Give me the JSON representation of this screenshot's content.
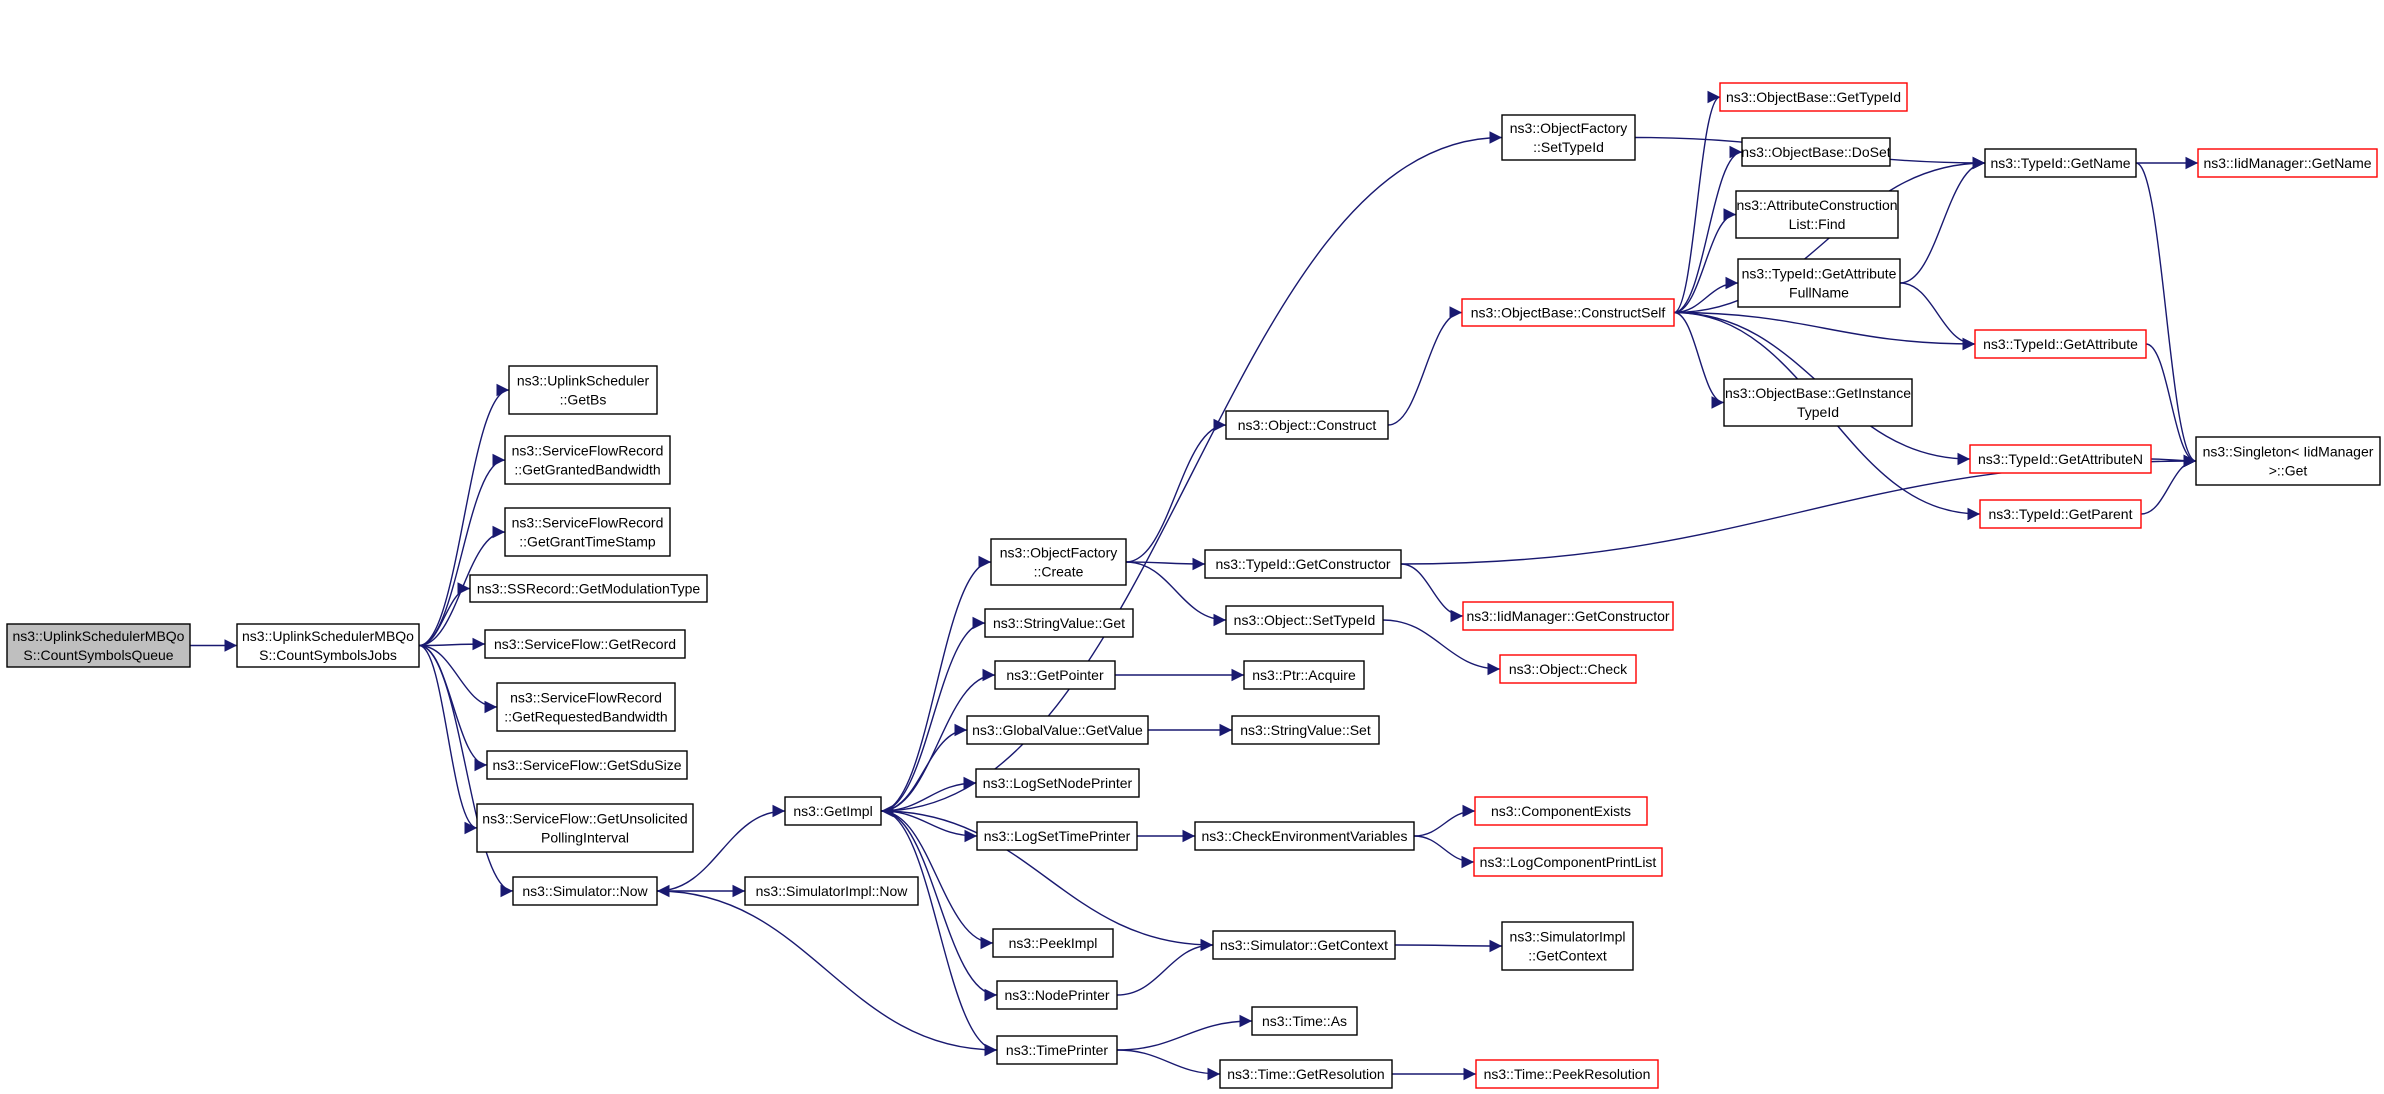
{
  "colors": {
    "edge": "#191970",
    "root_fill": "#bfbfbf",
    "external_border": "#ff0000",
    "node_border": "#000000"
  },
  "nodes": [
    {
      "id": "root",
      "lines": [
        "ns3::UplinkSchedulerMBQo",
        "S::CountSymbolsQueue"
      ],
      "style": "root"
    },
    {
      "id": "csj",
      "lines": [
        "ns3::UplinkSchedulerMBQo",
        "S::CountSymbolsJobs"
      ],
      "style": "normal"
    },
    {
      "id": "getbs",
      "lines": [
        "ns3::UplinkScheduler",
        "::GetBs"
      ],
      "style": "normal"
    },
    {
      "id": "ggb",
      "lines": [
        "ns3::ServiceFlowRecord",
        "::GetGrantedBandwidth"
      ],
      "style": "normal"
    },
    {
      "id": "ggts",
      "lines": [
        "ns3::ServiceFlowRecord",
        "::GetGrantTimeStamp"
      ],
      "style": "normal"
    },
    {
      "id": "gmt",
      "lines": [
        "ns3::SSRecord::GetModulationType"
      ],
      "style": "normal"
    },
    {
      "id": "grec",
      "lines": [
        "ns3::ServiceFlow::GetRecord"
      ],
      "style": "normal"
    },
    {
      "id": "grb",
      "lines": [
        "ns3::ServiceFlowRecord",
        "::GetRequestedBandwidth"
      ],
      "style": "normal"
    },
    {
      "id": "gsdu",
      "lines": [
        "ns3::ServiceFlow::GetSduSize"
      ],
      "style": "normal"
    },
    {
      "id": "gupi",
      "lines": [
        "ns3::ServiceFlow::GetUnsolicited",
        "PollingInterval"
      ],
      "style": "normal"
    },
    {
      "id": "simnow",
      "lines": [
        "ns3::Simulator::Now"
      ],
      "style": "normal"
    },
    {
      "id": "getimpl",
      "lines": [
        "ns3::GetImpl"
      ],
      "style": "normal"
    },
    {
      "id": "simimplnow",
      "lines": [
        "ns3::SimulatorImpl::Now"
      ],
      "style": "normal"
    },
    {
      "id": "ofsettid",
      "lines": [
        "ns3::ObjectFactory",
        "::SetTypeId"
      ],
      "style": "normal"
    },
    {
      "id": "ofcreate",
      "lines": [
        "ns3::ObjectFactory",
        "::Create"
      ],
      "style": "normal"
    },
    {
      "id": "svget",
      "lines": [
        "ns3::StringValue::Get"
      ],
      "style": "normal"
    },
    {
      "id": "getptr",
      "lines": [
        "ns3::GetPointer"
      ],
      "style": "normal"
    },
    {
      "id": "gvgetval",
      "lines": [
        "ns3::GlobalValue::GetValue"
      ],
      "style": "normal"
    },
    {
      "id": "lsnp",
      "lines": [
        "ns3::LogSetNodePrinter"
      ],
      "style": "normal"
    },
    {
      "id": "lstp",
      "lines": [
        "ns3::LogSetTimePrinter"
      ],
      "style": "normal"
    },
    {
      "id": "peekimpl",
      "lines": [
        "ns3::PeekImpl"
      ],
      "style": "normal"
    },
    {
      "id": "nodeprinter",
      "lines": [
        "ns3::NodePrinter"
      ],
      "style": "normal"
    },
    {
      "id": "timeprinter",
      "lines": [
        "ns3::TimePrinter"
      ],
      "style": "normal"
    },
    {
      "id": "objconstruct",
      "lines": [
        "ns3::Object::Construct"
      ],
      "style": "normal"
    },
    {
      "id": "tidgetctor",
      "lines": [
        "ns3::TypeId::GetConstructor"
      ],
      "style": "normal"
    },
    {
      "id": "objsettid",
      "lines": [
        "ns3::Object::SetTypeId"
      ],
      "style": "normal"
    },
    {
      "id": "ptracquire",
      "lines": [
        "ns3::Ptr::Acquire"
      ],
      "style": "normal"
    },
    {
      "id": "svset",
      "lines": [
        "ns3::StringValue::Set"
      ],
      "style": "normal"
    },
    {
      "id": "checkenv",
      "lines": [
        "ns3::CheckEnvironmentVariables"
      ],
      "style": "normal"
    },
    {
      "id": "simgetctx",
      "lines": [
        "ns3::Simulator::GetContext"
      ],
      "style": "normal"
    },
    {
      "id": "timeas",
      "lines": [
        "ns3::Time::As"
      ],
      "style": "normal"
    },
    {
      "id": "timegetres",
      "lines": [
        "ns3::Time::GetResolution"
      ],
      "style": "normal"
    },
    {
      "id": "obconstructself",
      "lines": [
        "ns3::ObjectBase::ConstructSelf"
      ],
      "style": "red"
    },
    {
      "id": "iidgetctor",
      "lines": [
        "ns3::IidManager::GetConstructor"
      ],
      "style": "red"
    },
    {
      "id": "objcheck",
      "lines": [
        "ns3::Object::Check"
      ],
      "style": "red"
    },
    {
      "id": "compexists",
      "lines": [
        "ns3::ComponentExists"
      ],
      "style": "red"
    },
    {
      "id": "logcpl",
      "lines": [
        "ns3::LogComponentPrintList"
      ],
      "style": "red"
    },
    {
      "id": "simimplgetctx",
      "lines": [
        "ns3::SimulatorImpl",
        "::GetContext"
      ],
      "style": "normal"
    },
    {
      "id": "timepeekres",
      "lines": [
        "ns3::Time::PeekResolution"
      ],
      "style": "red"
    },
    {
      "id": "obgettid",
      "lines": [
        "ns3::ObjectBase::GetTypeId"
      ],
      "style": "red"
    },
    {
      "id": "obdoset",
      "lines": [
        "ns3::ObjectBase::DoSet"
      ],
      "style": "normal"
    },
    {
      "id": "aclfind",
      "lines": [
        "ns3::AttributeConstruction",
        "List::Find"
      ],
      "style": "normal"
    },
    {
      "id": "tidgetattrfn",
      "lines": [
        "ns3::TypeId::GetAttribute",
        "FullName"
      ],
      "style": "normal"
    },
    {
      "id": "obgetinsttid",
      "lines": [
        "ns3::ObjectBase::GetInstance",
        "TypeId"
      ],
      "style": "normal"
    },
    {
      "id": "tidgetname",
      "lines": [
        "ns3::TypeId::GetName"
      ],
      "style": "normal"
    },
    {
      "id": "tidgetattr",
      "lines": [
        "ns3::TypeId::GetAttribute"
      ],
      "style": "red"
    },
    {
      "id": "tidgetattrn",
      "lines": [
        "ns3::TypeId::GetAttributeN"
      ],
      "style": "red"
    },
    {
      "id": "tidgetparent",
      "lines": [
        "ns3::TypeId::GetParent"
      ],
      "style": "red"
    },
    {
      "id": "iidgetname",
      "lines": [
        "ns3::IidManager::GetName"
      ],
      "style": "red"
    },
    {
      "id": "singletonget",
      "lines": [
        "ns3::Singleton< IidManager",
        " >::Get"
      ],
      "style": "normal"
    }
  ],
  "edges": [
    [
      "root",
      "csj"
    ],
    [
      "csj",
      "getbs"
    ],
    [
      "csj",
      "ggb"
    ],
    [
      "csj",
      "ggts"
    ],
    [
      "csj",
      "gmt"
    ],
    [
      "csj",
      "grec"
    ],
    [
      "csj",
      "grb"
    ],
    [
      "csj",
      "gsdu"
    ],
    [
      "csj",
      "gupi"
    ],
    [
      "csj",
      "simnow"
    ],
    [
      "simnow",
      "getimpl"
    ],
    [
      "simnow",
      "simimplnow"
    ],
    [
      "getimpl",
      "ofsettid"
    ],
    [
      "getimpl",
      "ofcreate"
    ],
    [
      "getimpl",
      "svget"
    ],
    [
      "getimpl",
      "getptr"
    ],
    [
      "getimpl",
      "gvgetval"
    ],
    [
      "getimpl",
      "lsnp"
    ],
    [
      "getimpl",
      "lstp"
    ],
    [
      "getimpl",
      "peekimpl"
    ],
    [
      "getimpl",
      "nodeprinter"
    ],
    [
      "getimpl",
      "timeprinter"
    ],
    [
      "ofcreate",
      "objconstruct"
    ],
    [
      "ofcreate",
      "tidgetctor"
    ],
    [
      "ofcreate",
      "objsettid"
    ],
    [
      "getptr",
      "ptracquire"
    ],
    [
      "gvgetval",
      "svset"
    ],
    [
      "lstp",
      "checkenv"
    ],
    [
      "simgetctx",
      "getimpl"
    ],
    [
      "nodeprinter",
      "simgetctx"
    ],
    [
      "timeprinter",
      "simnow"
    ],
    [
      "timeprinter",
      "timeas"
    ],
    [
      "timeprinter",
      "timegetres"
    ],
    [
      "objconstruct",
      "obconstructself"
    ],
    [
      "tidgetctor",
      "iidgetctor"
    ],
    [
      "tidgetctor",
      "singletonget"
    ],
    [
      "objsettid",
      "objcheck"
    ],
    [
      "checkenv",
      "compexists"
    ],
    [
      "checkenv",
      "logcpl"
    ],
    [
      "simgetctx",
      "simimplgetctx"
    ],
    [
      "timegetres",
      "timepeekres"
    ],
    [
      "ofsettid",
      "tidgetname"
    ],
    [
      "obconstructself",
      "obgettid"
    ],
    [
      "obconstructself",
      "obdoset"
    ],
    [
      "obconstructself",
      "aclfind"
    ],
    [
      "obconstructself",
      "tidgetattrfn"
    ],
    [
      "obconstructself",
      "obgetinsttid"
    ],
    [
      "obconstructself",
      "tidgetname"
    ],
    [
      "obconstructself",
      "tidgetattr"
    ],
    [
      "obconstructself",
      "tidgetattrn"
    ],
    [
      "obconstructself",
      "tidgetparent"
    ],
    [
      "tidgetattrfn",
      "tidgetname"
    ],
    [
      "tidgetattrfn",
      "tidgetattr"
    ],
    [
      "tidgetname",
      "iidgetname"
    ],
    [
      "tidgetname",
      "singletonget"
    ],
    [
      "tidgetattr",
      "singletonget"
    ],
    [
      "tidgetattrn",
      "singletonget"
    ],
    [
      "tidgetparent",
      "singletonget"
    ]
  ]
}
